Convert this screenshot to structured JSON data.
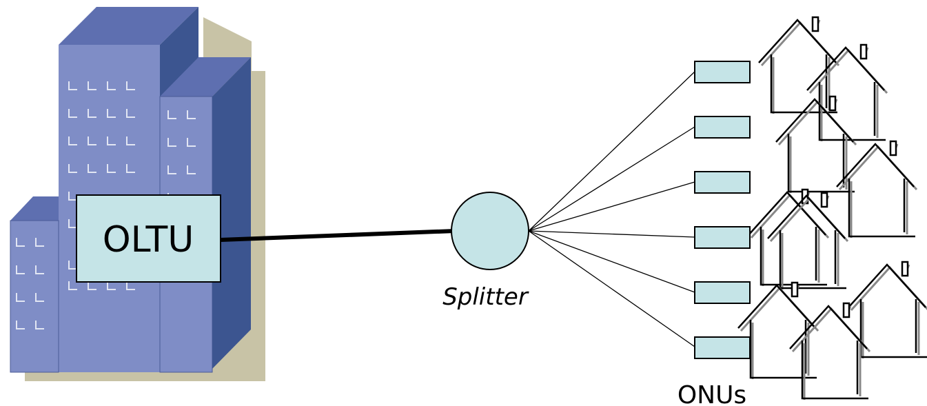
{
  "labels": {
    "oltu": "OLTU",
    "splitter": "Splitter",
    "onus": "ONUs"
  },
  "colors": {
    "building_face": "#7f8dc6",
    "building_side": "#3c5590",
    "building_top": "#5566a8",
    "building_shadow": "#c8c3a6",
    "window": "#dfe4f2",
    "device_fill": "#c5e4e7",
    "stroke": "#000000",
    "house_shadow": "#777777"
  },
  "icons": {
    "building": "office-building-icon",
    "house": "house-icon",
    "onu": "onu-box",
    "splitter": "splitter-circle"
  }
}
